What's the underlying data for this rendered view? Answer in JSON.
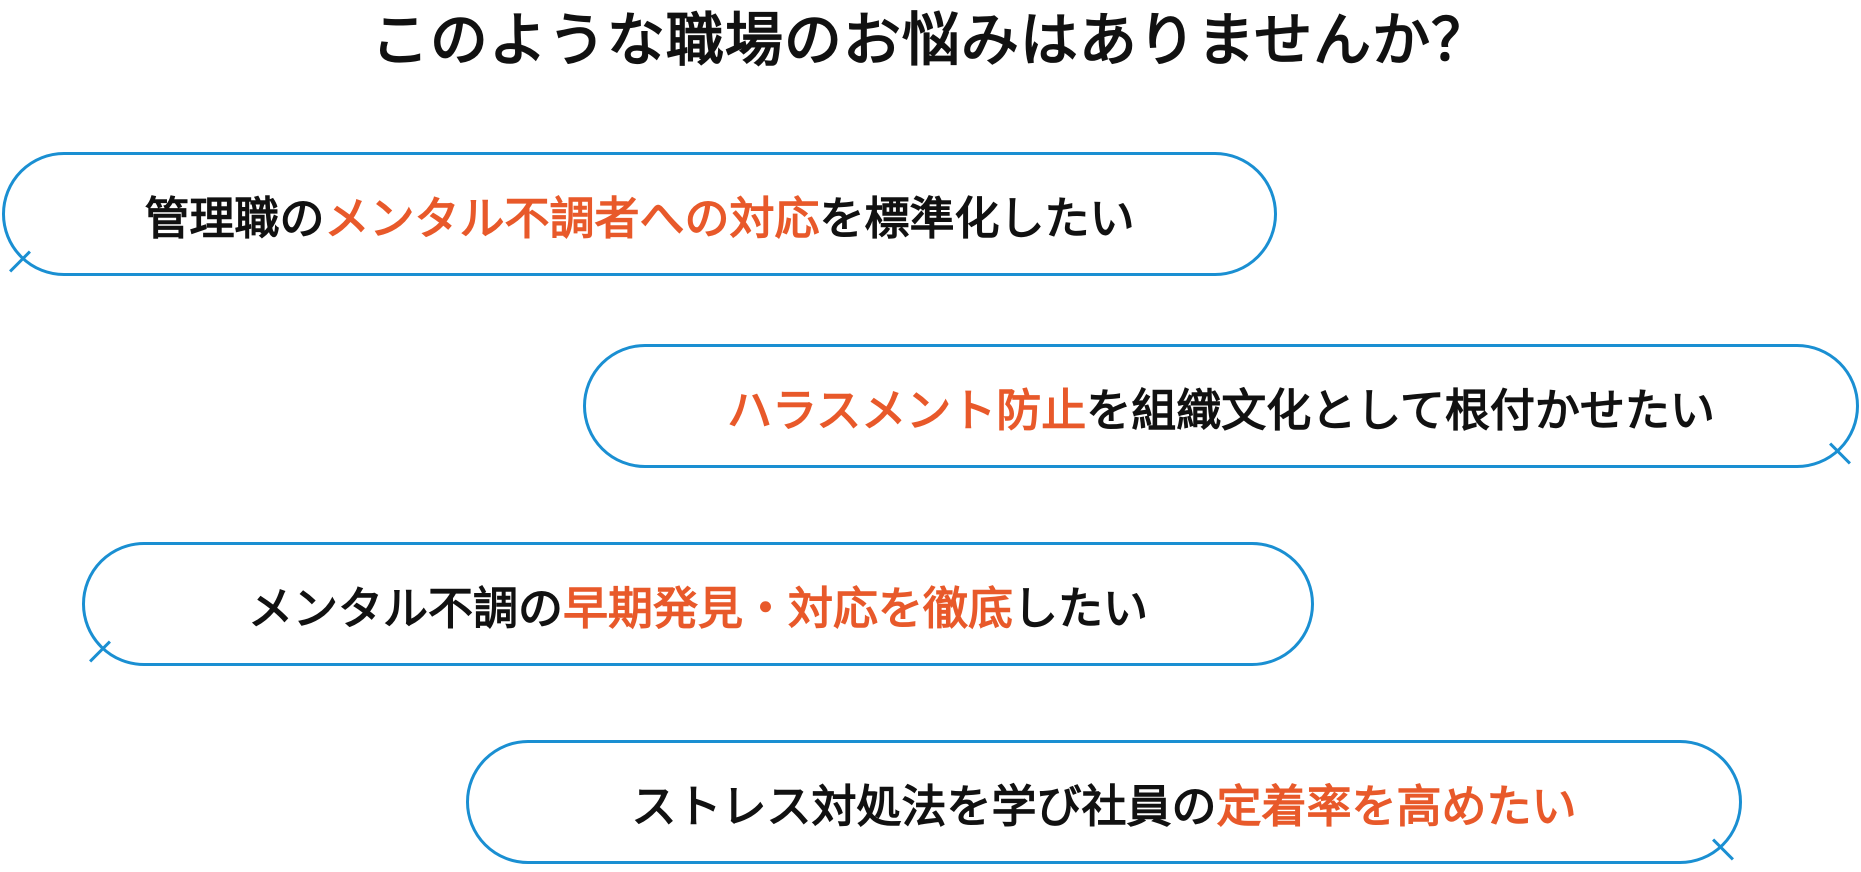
{
  "title": "このような職場のお悩みはありませんか？",
  "colors": {
    "accent": "#e8592a",
    "border": "#1a8fd2",
    "text": "#111111"
  },
  "bubbles": [
    {
      "parts": [
        {
          "text": "管理職の",
          "highlight": false
        },
        {
          "text": "メンタル不調者への対応",
          "highlight": true
        },
        {
          "text": "を標準化したい",
          "highlight": false
        }
      ]
    },
    {
      "parts": [
        {
          "text": "ハラスメント防止",
          "highlight": true
        },
        {
          "text": "を組織文化として根付かせたい",
          "highlight": false
        }
      ]
    },
    {
      "parts": [
        {
          "text": "メンタル不調の",
          "highlight": false
        },
        {
          "text": "早期発見・対応を徹底",
          "highlight": true
        },
        {
          "text": "したい",
          "highlight": false
        }
      ]
    },
    {
      "parts": [
        {
          "text": "ストレス対処法を学び社員の",
          "highlight": false
        },
        {
          "text": "定着率を高めたい",
          "highlight": true
        }
      ]
    }
  ]
}
